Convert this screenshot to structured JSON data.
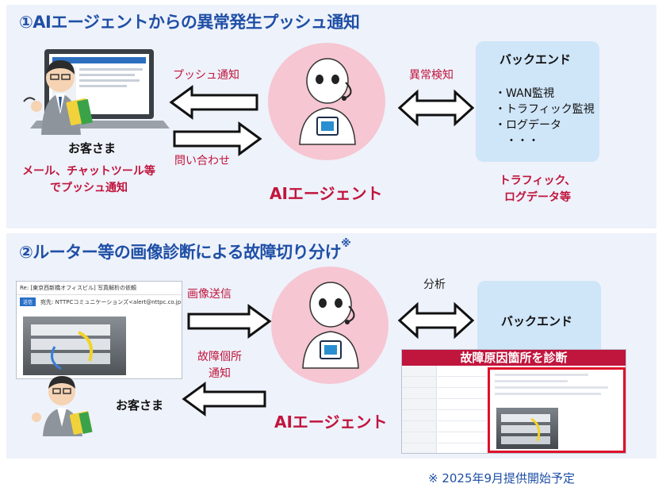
{
  "section1": {
    "title": "①AIエージェントからの異常発生プッシュ通知",
    "push_label": "プッシュ通知",
    "inquiry_label": "問い合わせ",
    "detect_label": "異常検知",
    "customer_label": "お客さま",
    "notify_line1": "メール、チャットツール等",
    "notify_line2": "でプッシュ通知",
    "agent_label": "AIエージェント",
    "backend": {
      "title": "バックエンド",
      "items": [
        "・WAN監視",
        "・トラフィック監視",
        "・ログデータ",
        "　・・・"
      ]
    },
    "data_line1": "トラフィック、",
    "data_line2": "ログデータ等"
  },
  "section2": {
    "title": "②ルーター等の画像診断による故障切り分け",
    "title_mark": "※",
    "image_send_label": "画像送信",
    "fault_line1": "故障個所",
    "fault_line2": "通知",
    "analysis_label": "分析",
    "backend_title": "バックエンド",
    "customer_label": "お客さま",
    "agent_label": "AIエージェント",
    "diagnosis_header": "故障原因箇所を診断",
    "mail": {
      "subject": "Re: [東京西新橋オフィスビル] 写真解析の依頼",
      "send": "送信",
      "to": "宛先: NTTPCコミュニケーションズ<alert@nttpc.co.jp>"
    }
  },
  "footnote": "※ 2025年9月提供開始予定",
  "colors": {
    "title_blue": "#1f4fa6",
    "accent_red": "#c0153d",
    "panel_bg": "#eef2fa",
    "circle_pink": "#f6c6d2",
    "backend_blue": "#cfe5f8"
  }
}
